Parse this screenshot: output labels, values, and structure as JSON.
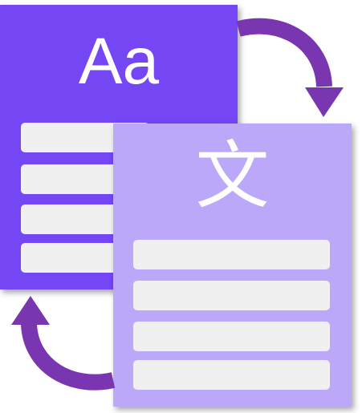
{
  "source_document": {
    "glyph": "Aa",
    "color": "#7446f4",
    "line_count": 4
  },
  "target_document": {
    "glyph": "文",
    "color": "#bba8f9",
    "line_count": 4
  },
  "arrows": {
    "color": "#7a35b0",
    "icons": [
      "curved-arrow-down-icon",
      "curved-arrow-up-icon"
    ]
  },
  "line_color": "#f0f0f0"
}
